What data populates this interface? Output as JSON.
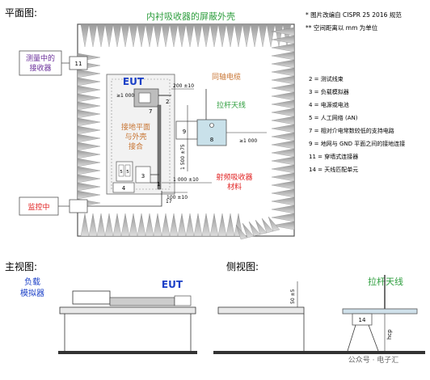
{
  "plan": {
    "title": "平面图:",
    "notes": [
      "* 图片改编自 CISPR 25 2016 规范",
      "** 空间距离以 mm 为单位"
    ],
    "lined_shield": "内衬吸收器的屏蔽外壳",
    "measuring_receiver": [
      "测量中的",
      "接收器"
    ],
    "monitor": "监控中",
    "eut": "EUT",
    "coax": "同轴电缆",
    "rod_antenna": "拉杆天线",
    "ground_plane": [
      "接地平面",
      "与外壳",
      "接合"
    ],
    "rf_absorber": [
      "射频吸收器",
      "材料"
    ],
    "dims": {
      "d200": "200 ±10",
      "d1000a": "≥1 000",
      "d1500": "1 500 ±75",
      "d1000b": "≥1 000",
      "d1000c": "1 000 ±10",
      "d100": "100 ±10"
    },
    "numbers": [
      "11",
      "2",
      "7",
      "9",
      "8",
      "5",
      "5",
      "3",
      "4",
      "1",
      "17"
    ],
    "legend": [
      "2 = 测试线束",
      "3 = 负载模拟器",
      "4 = 电源或电池",
      "5 = 人工网络 (AN)",
      "7 = 相对介电常数较低的支持电路",
      "9 = 地网与 GND 平面之间的接地连接",
      "11 = 穿墙式连接器",
      "14 = 天线匹配单元"
    ]
  },
  "front": {
    "title": "主视图:",
    "load_sim": [
      "负载",
      "模拟器"
    ],
    "eut": "EUT"
  },
  "side": {
    "title": "侧视图:",
    "rod_antenna": "拉杆天线",
    "dim50": "50 ±5",
    "num14": "14",
    "hcp": "hcp",
    "watermark": "公众号 · 电子汇"
  },
  "colors": {
    "blue": "#1a3fc7",
    "orange": "#c87533",
    "green": "#2e9e3e",
    "red": "#e02020",
    "purple": "#6a2f9a"
  }
}
